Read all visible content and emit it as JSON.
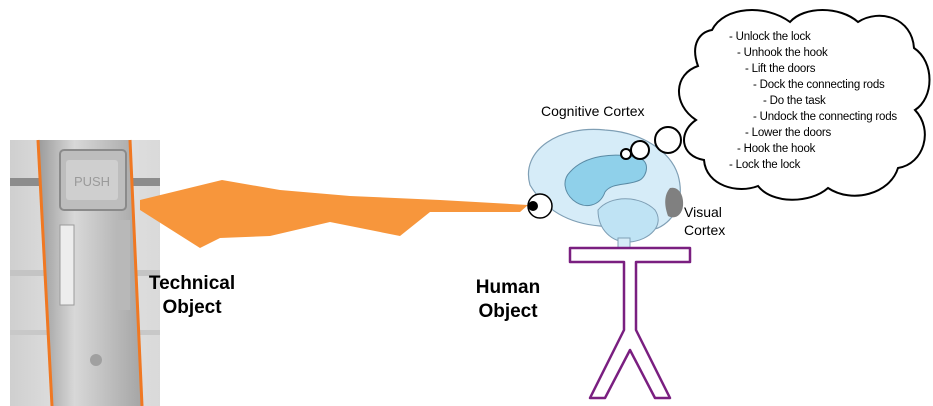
{
  "technical_object": {
    "line1": "Technical",
    "line2": "Object"
  },
  "human_object": {
    "line1": "Human",
    "line2": "Object"
  },
  "cognitive_cortex": "Cognitive Cortex",
  "visual_cortex": {
    "line1": "Visual",
    "line2": "Cortex"
  },
  "button_text": "PUSH",
  "colors": {
    "beam": "#f7963c",
    "stick_figure": "#7a1f80",
    "brain_light": "#d6ecf8",
    "brain_mid": "#8fd0ea",
    "visual_cortex": "#808080"
  },
  "thought_steps": [
    "- Unlock the lock",
    "- Unhook the hook",
    "- Lift the doors",
    "- Dock the connecting rods",
    "- Do the task",
    "- Undock the connecting rods",
    "- Lower the doors",
    "- Hook the hook",
    "- Lock the lock"
  ]
}
